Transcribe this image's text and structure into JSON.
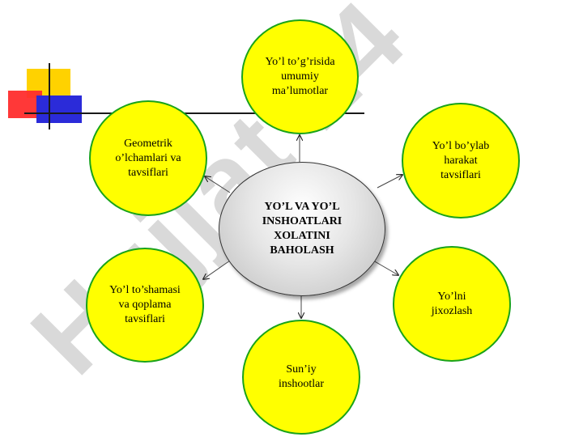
{
  "center": {
    "text": "YO’L VA YO’L INSHOATLARI XOLATINI BAHOLASH"
  },
  "nodes": {
    "top": "Yo’l to’g’risida umumiy ma’lumotlar",
    "top_right": "Yo’l bo’ylab harakat tavsiflari",
    "bottom_right": "Yo’lni jixozlash",
    "bottom": "Sun’iy inshootlar",
    "bottom_left": "Yo’l to’shamasi va qoplama tavsiflari",
    "top_left": "Geometrik o’lchamlari va tavsiflari"
  },
  "watermark": {
    "text": "Hujjat 24"
  },
  "colors": {
    "node_fill": "#ffff00",
    "node_border": "#19a319",
    "center_fill": "#d9d9d9",
    "watermark": "#c8c8c8"
  }
}
